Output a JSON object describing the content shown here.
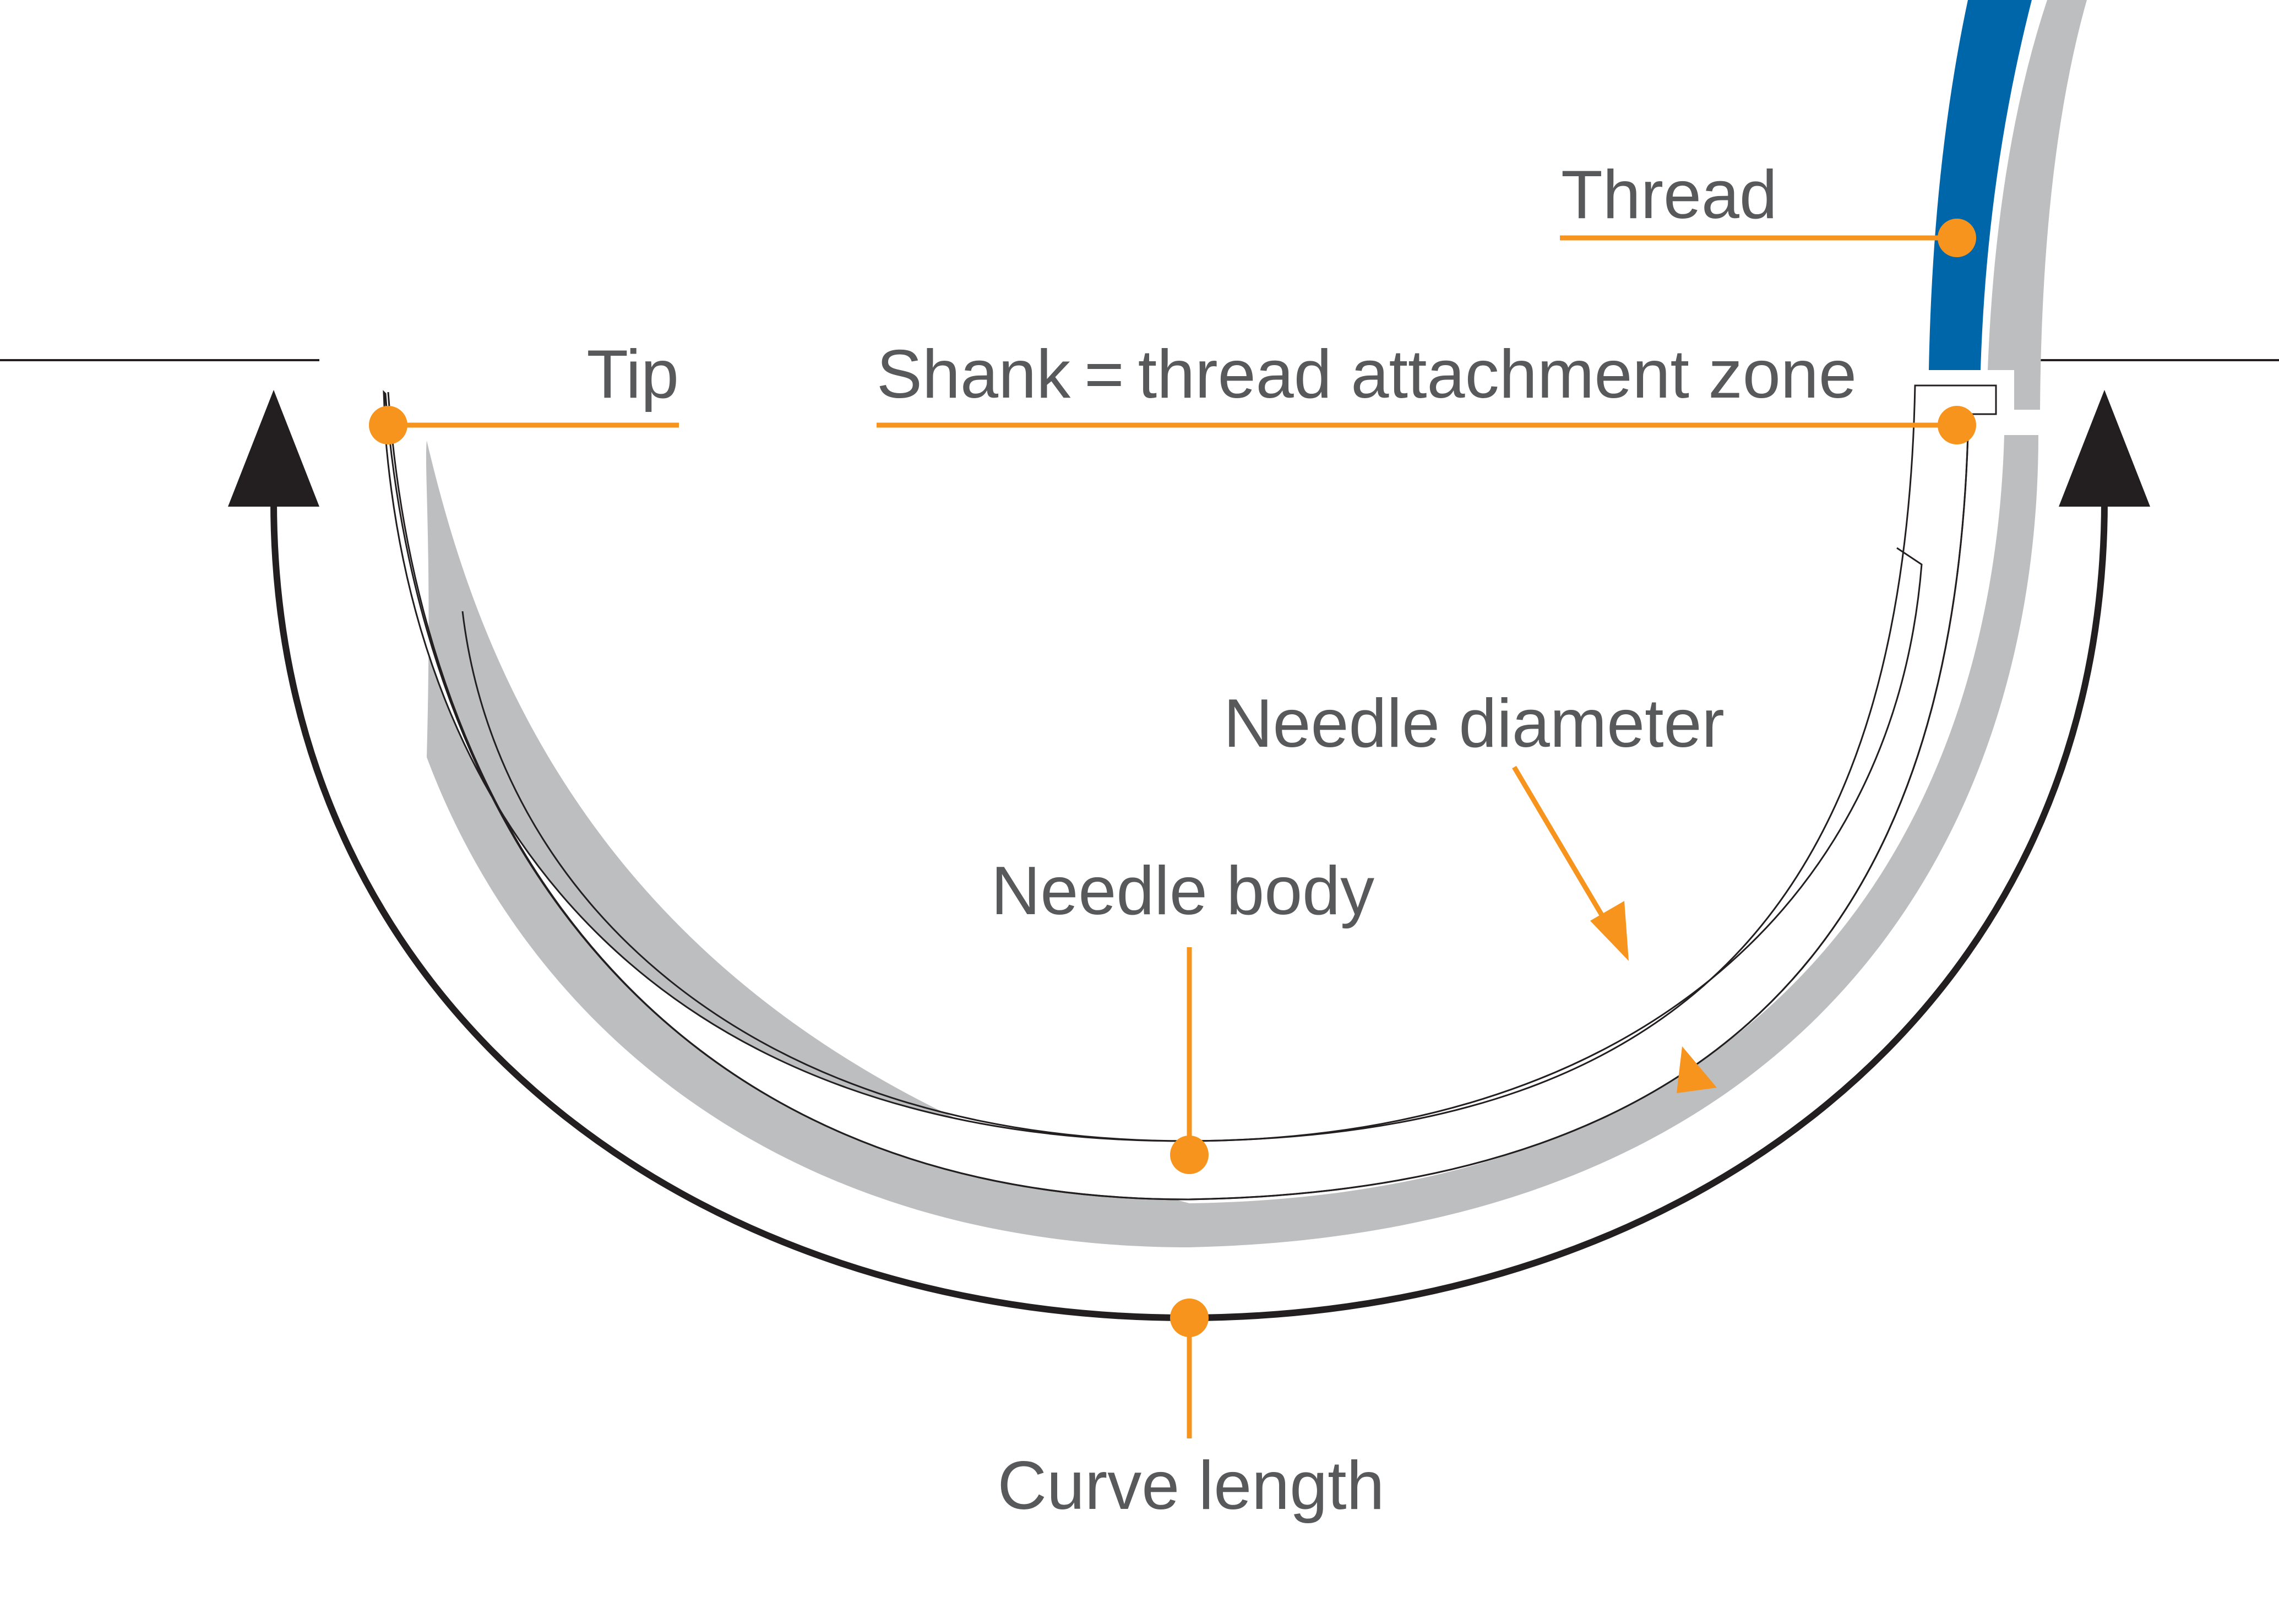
{
  "labels": {
    "thread": "Thread",
    "tip": "Tip",
    "shank": "Shank = thread attachment zone",
    "needle_diameter": "Needle diameter",
    "needle_body": "Needle body",
    "curve_length": "Curve length"
  },
  "colors": {
    "accent": "#f7941d",
    "thread": "#0066aa",
    "shadow": "#bcbec0",
    "text": "#58595b",
    "outline": "#231f20"
  }
}
